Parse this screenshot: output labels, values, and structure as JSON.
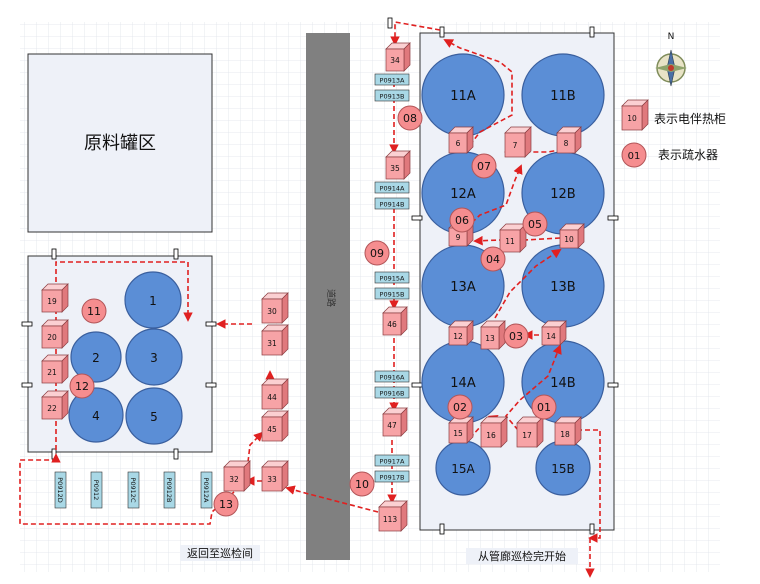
{
  "colors": {
    "tank_fill": "#5b8ed6",
    "tank_stroke": "#3a5f9e",
    "cabinet_front": "#f7a3a6",
    "cabinet_top": "#fbd0d2",
    "cabinet_side": "#e0797d",
    "trap_fill": "#f58d8f",
    "route": "#e02020",
    "road": "#808080",
    "plate": "#a9d8e6",
    "area": "#eef1f8"
  },
  "raw_tank_area_label": "原料罐区",
  "road_label": "道路",
  "bottom_left_label": "返回至巡检间",
  "bottom_right_label": "从管廊巡检完开始",
  "compass_label": "N",
  "legend": {
    "cabinet_sample": "10",
    "cabinet_text": "表示电伴热柜",
    "trap_sample": "01",
    "trap_text": "表示疏水器"
  },
  "tanks": [
    {
      "id": "tank-11a",
      "label": "11A"
    },
    {
      "id": "tank-11b",
      "label": "11B"
    },
    {
      "id": "tank-12a",
      "label": "12A"
    },
    {
      "id": "tank-12b",
      "label": "12B"
    },
    {
      "id": "tank-13a",
      "label": "13A"
    },
    {
      "id": "tank-13b",
      "label": "13B"
    },
    {
      "id": "tank-14a",
      "label": "14A"
    },
    {
      "id": "tank-14b",
      "label": "14B"
    },
    {
      "id": "tank-15a",
      "label": "15A"
    },
    {
      "id": "tank-15b",
      "label": "15B"
    },
    {
      "id": "tank-1",
      "label": "1"
    },
    {
      "id": "tank-2",
      "label": "2"
    },
    {
      "id": "tank-3",
      "label": "3"
    },
    {
      "id": "tank-4",
      "label": "4"
    },
    {
      "id": "tank-5",
      "label": "5"
    }
  ],
  "cabinets": [
    {
      "id": "cab-34",
      "label": "34"
    },
    {
      "id": "cab-35",
      "label": "35"
    },
    {
      "id": "cab-46",
      "label": "46"
    },
    {
      "id": "cab-47",
      "label": "47"
    },
    {
      "id": "cab-113",
      "label": "113"
    },
    {
      "id": "cab-6",
      "label": "6"
    },
    {
      "id": "cab-7",
      "label": "7"
    },
    {
      "id": "cab-8",
      "label": "8"
    },
    {
      "id": "cab-9",
      "label": "9"
    },
    {
      "id": "cab-11",
      "label": "11"
    },
    {
      "id": "cab-10",
      "label": "10"
    },
    {
      "id": "cab-12",
      "label": "12"
    },
    {
      "id": "cab-13",
      "label": "13"
    },
    {
      "id": "cab-14",
      "label": "14"
    },
    {
      "id": "cab-15",
      "label": "15"
    },
    {
      "id": "cab-16",
      "label": "16"
    },
    {
      "id": "cab-17",
      "label": "17"
    },
    {
      "id": "cab-18",
      "label": "18"
    },
    {
      "id": "cab-19",
      "label": "19"
    },
    {
      "id": "cab-20",
      "label": "20"
    },
    {
      "id": "cab-21",
      "label": "21"
    },
    {
      "id": "cab-22",
      "label": "22"
    },
    {
      "id": "cab-30",
      "label": "30"
    },
    {
      "id": "cab-31",
      "label": "31"
    },
    {
      "id": "cab-44",
      "label": "44"
    },
    {
      "id": "cab-45",
      "label": "45"
    },
    {
      "id": "cab-32",
      "label": "32"
    },
    {
      "id": "cab-33",
      "label": "33"
    }
  ],
  "traps": [
    {
      "id": "trap-08",
      "label": "08"
    },
    {
      "id": "trap-07",
      "label": "07"
    },
    {
      "id": "trap-06",
      "label": "06"
    },
    {
      "id": "trap-05",
      "label": "05"
    },
    {
      "id": "trap-04",
      "label": "04"
    },
    {
      "id": "trap-09",
      "label": "09"
    },
    {
      "id": "trap-03",
      "label": "03"
    },
    {
      "id": "trap-02",
      "label": "02"
    },
    {
      "id": "trap-01",
      "label": "01"
    },
    {
      "id": "trap-10",
      "label": "10"
    },
    {
      "id": "trap-11",
      "label": "11"
    },
    {
      "id": "trap-12",
      "label": "12"
    },
    {
      "id": "trap-13",
      "label": "13"
    }
  ],
  "plates_horizontal": [
    {
      "id": "plate-p0913a",
      "label": "P0913A"
    },
    {
      "id": "plate-p0913b",
      "label": "P0913B"
    },
    {
      "id": "plate-p0914a",
      "label": "P0914A"
    },
    {
      "id": "plate-p0914b",
      "label": "P0914B"
    },
    {
      "id": "plate-p0915a",
      "label": "P0915A"
    },
    {
      "id": "plate-p0915b",
      "label": "P0915B"
    },
    {
      "id": "plate-p0916a",
      "label": "P0916A"
    },
    {
      "id": "plate-p0916b",
      "label": "P0916B"
    },
    {
      "id": "plate-p0917a",
      "label": "P0917A"
    },
    {
      "id": "plate-p0917b",
      "label": "P0917B"
    }
  ],
  "plates_vertical": [
    {
      "id": "plate-p0912d",
      "label": "P0912D"
    },
    {
      "id": "plate-p0912",
      "label": "P0912"
    },
    {
      "id": "plate-p0912c",
      "label": "P0912C"
    },
    {
      "id": "plate-p0912b",
      "label": "P0912B"
    },
    {
      "id": "plate-p0912a",
      "label": "P0912A"
    }
  ]
}
